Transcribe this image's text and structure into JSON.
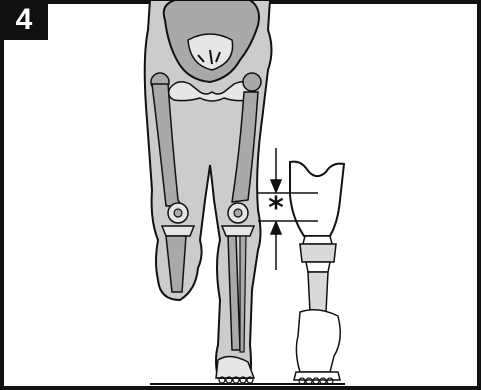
{
  "figure": {
    "step_number": "4",
    "marker_symbol": "*",
    "colors": {
      "frame": "#111111",
      "limb_fill": "#cccccc",
      "bone_fill": "#a9a9a9",
      "bone_light": "#e6e6e6",
      "prosthesis_fill": "#ffffff",
      "pylon_fill": "#d9d9d9",
      "line": "#111111"
    },
    "parts": [
      "pelvis",
      "residual-limb",
      "sound-leg",
      "prosthesis-socket",
      "prosthesis-pylon",
      "prosthetic-foot",
      "dimension-arrows",
      "floor-line"
    ]
  }
}
